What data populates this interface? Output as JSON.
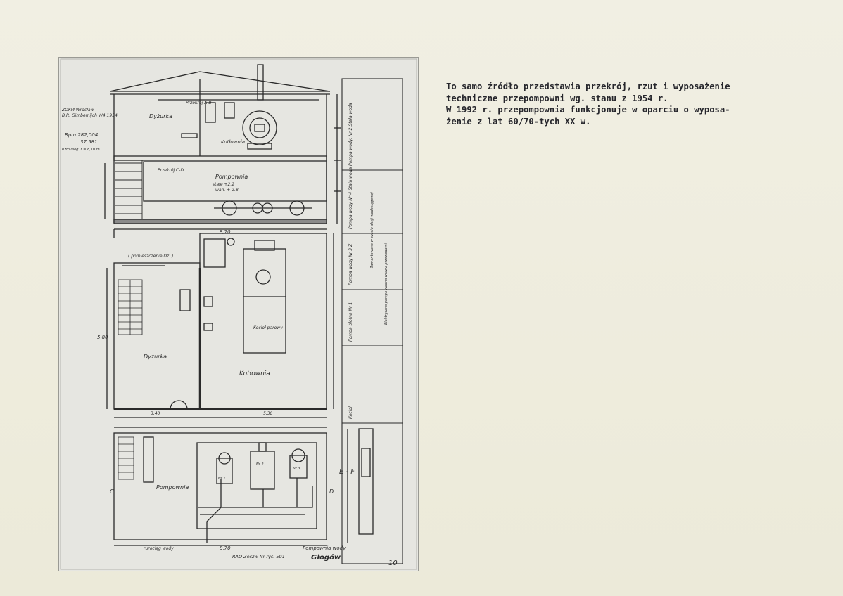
{
  "caption": {
    "lines": [
      "To samo źródło przedstawia przekrój, rzut i wyposażenie",
      "techniczne przepompowni wg. stanu z 1954 r.",
      "W 1992 r. przepompownia funkcjonuje w oparciu o wyposa-",
      "żenie z lat 60/70-tych XX w."
    ]
  },
  "drawing": {
    "header_note": [
      "ZOKM Wrocław",
      "B.R. Gimbemijch W4 1954"
    ],
    "rpm_note": [
      "Rpm 282,004",
      "37,581",
      "Rzm dleg. r = 8,10 m"
    ],
    "section": {
      "room_left": "Dyżurka",
      "room_boiler": "Kotłownia",
      "room_pump": "Pompownia",
      "section_ab": "Przekrój A-B",
      "section_cd": "Przekrój C-D",
      "levels": [
        "stałe +2.2",
        "wah. + 2.8"
      ]
    },
    "plan": {
      "annex": "( pomieszczenie Dz. )",
      "room_left": "Dyżurka",
      "room_right": "Kotłownia",
      "boiler": "Kocioł parowy",
      "dim_total": "8,70",
      "dim_depth": "5,80",
      "dim_bottom": [
        "3,40",
        "5,30"
      ]
    },
    "pump_plan": {
      "room": "Pompownia",
      "ef_label": "E - F",
      "pipe_label": "rurociąg wody",
      "dim_total": "8,70",
      "marks": [
        "Nr 1",
        "Nr 2",
        "Nr 3"
      ],
      "side_c": "C",
      "side_d": "D"
    },
    "footer": {
      "left": "RAO Zeszw Nr rys. 501",
      "right_top": "Pompownia wody",
      "right_bottom": "Głogów",
      "page_num": "10"
    },
    "table_text": [
      "Pompa wody. Nr 2 Stała woda",
      "Pompa wody Nr 4 Stała woda",
      "Pompa wody Nr 3 Z",
      "Pompa błotna Nr 1",
      "Kocioł",
      "Zamontowano w czasie akcji wodociągowej",
      "Elektryczna pompa wodna wraz z przewodami"
    ]
  }
}
